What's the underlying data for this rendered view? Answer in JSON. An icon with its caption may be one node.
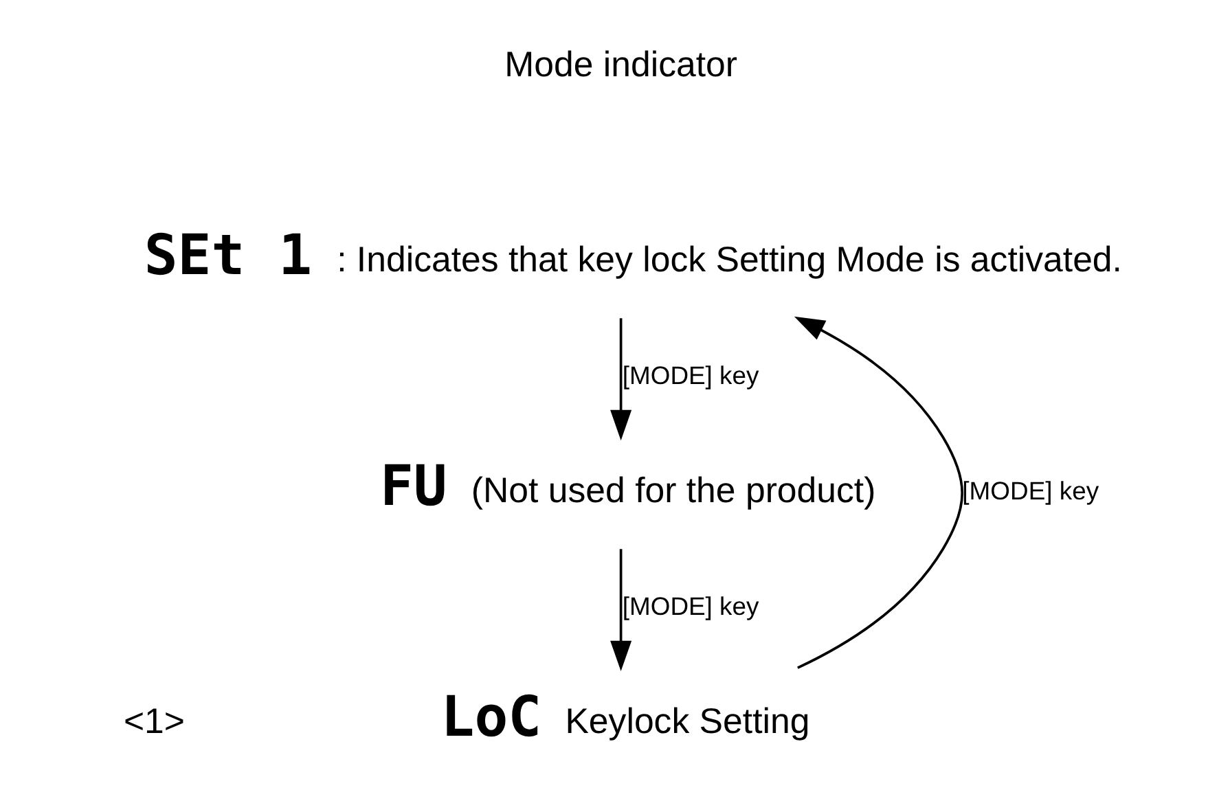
{
  "diagram": {
    "nodes": [
      {
        "text": [
          "SEt 1"
        ],
        "beside": [
          ": Indicates that key lock Setting Mode is activated."
        ]
      },
      {
        "text": [
          "FU"
        ],
        "beside": [
          "(Not used for the product)"
        ]
      },
      {
        "text": [
          "LoC"
        ],
        "beside": [
          "Keylock Setting"
        ]
      }
    ],
    "edges": [
      {
        "from": 0,
        "to": 1,
        "arrow": "to",
        "label": "[MODE] key"
      },
      {
        "from": 1,
        "to": 2,
        "arrow": "to",
        "label": "[MODE] key"
      },
      {
        "from": 2,
        "to": 0,
        "arrow": "to",
        "label": "[MODE] key"
      }
    ],
    "labels": [
      "Mode indicator",
      "<1>"
    ]
  }
}
